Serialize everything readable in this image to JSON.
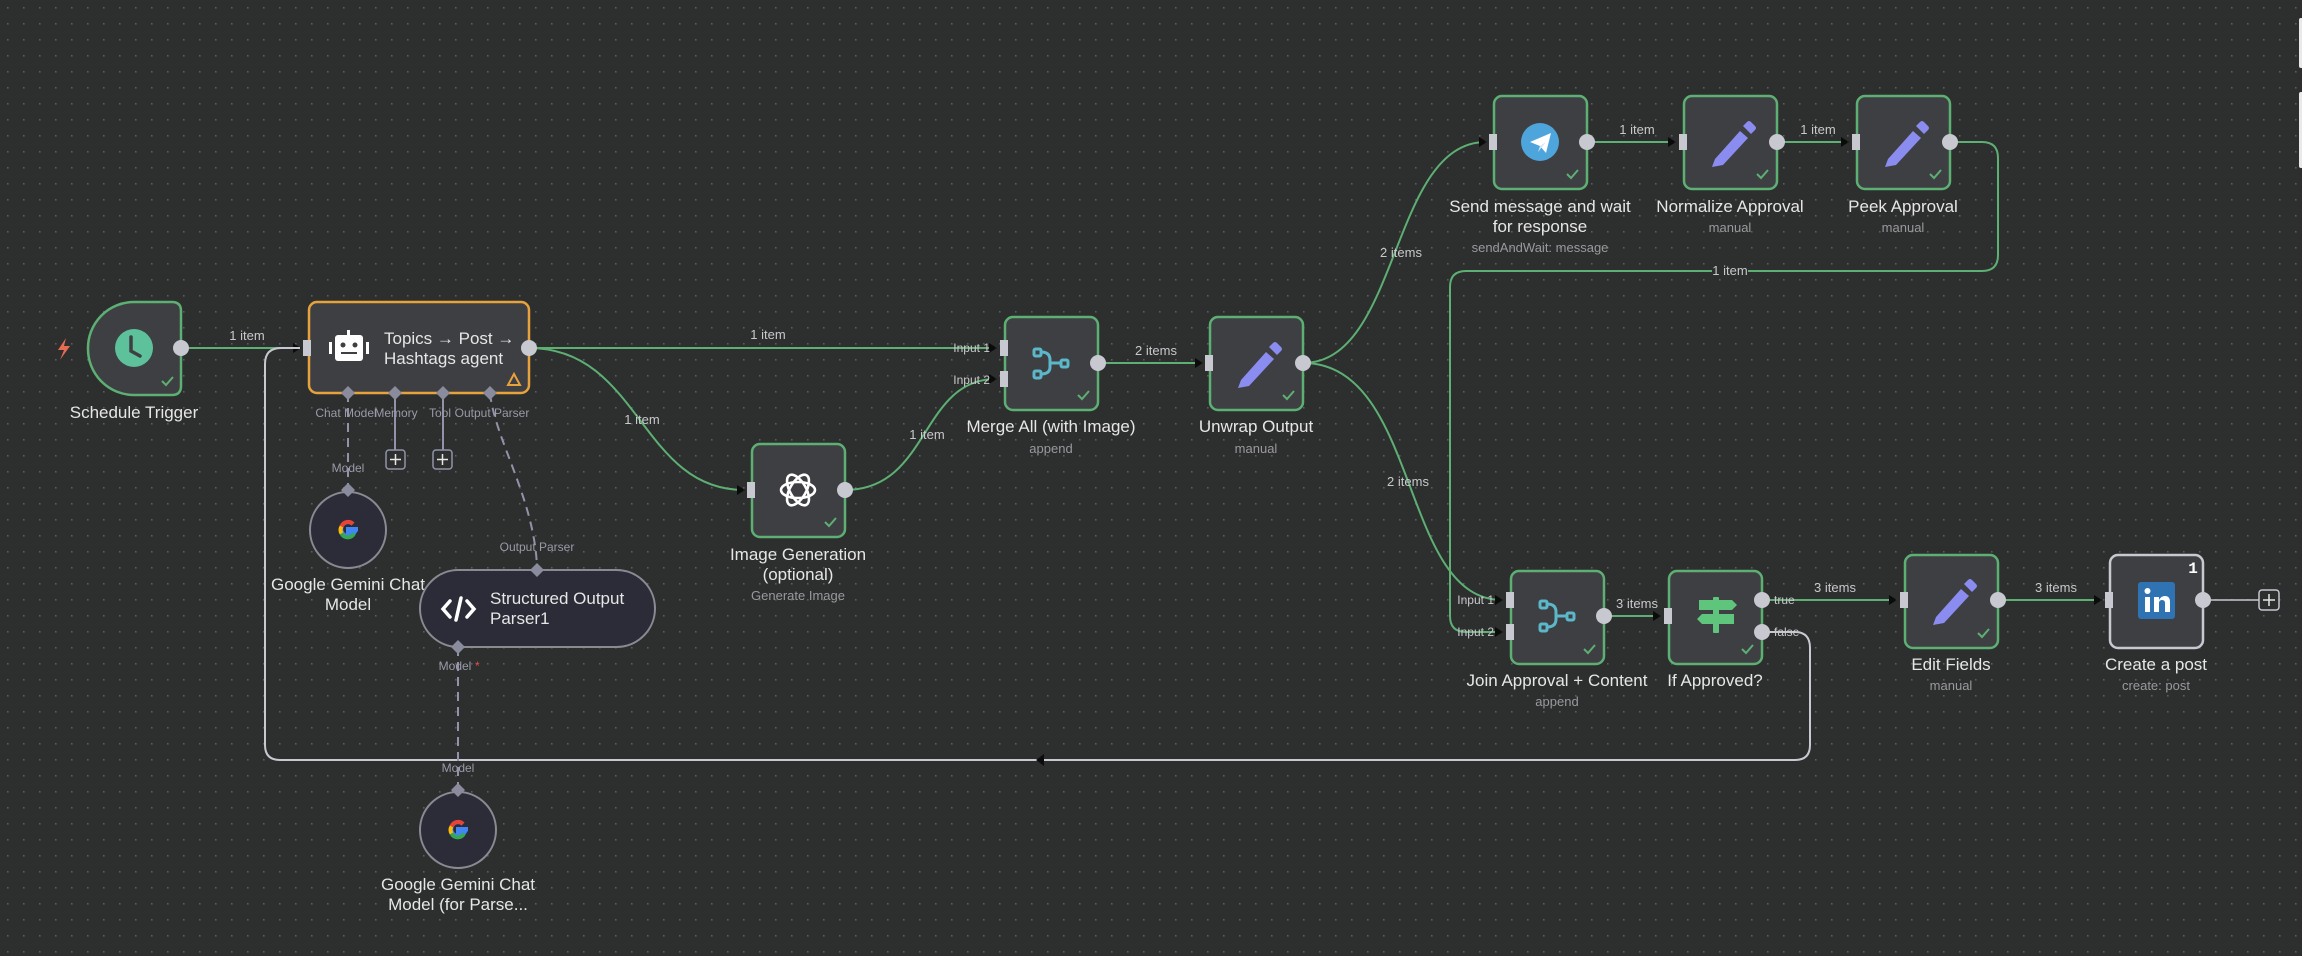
{
  "canvas": {
    "background": "#2d2e2e",
    "accent_success": "#5daf73",
    "accent_warning": "#e6a23c",
    "edge_color": "#5daf73"
  },
  "nodes": {
    "schedule_trigger": {
      "title": "Schedule Trigger",
      "icon": "clock-icon",
      "status": "success"
    },
    "agent": {
      "title_line1": "Topics → Post →",
      "title_line2": "Hashtags agent",
      "icon": "robot-icon",
      "status": "warning",
      "ports": [
        "Chat Model",
        "Memory",
        "Tool",
        "Output Parser"
      ]
    },
    "gemini_chat": {
      "title_line1": "Google Gemini Chat",
      "title_line2": "Model",
      "port_label": "Model",
      "icon": "google-icon"
    },
    "output_parser": {
      "title_line1": "Structured Output",
      "title_line2": "Parser1",
      "top_port_label": "Output Parser",
      "bottom_port_label": "Model",
      "required_mark": "*",
      "icon": "code-icon"
    },
    "gemini_parser": {
      "title_line1": "Google Gemini Chat",
      "title_line2": "Model (for Parse...",
      "port_label": "Model",
      "icon": "google-icon"
    },
    "image_gen": {
      "title_line1": "Image Generation",
      "title_line2": "(optional)",
      "subtitle": "Generate Image",
      "icon": "openai-icon",
      "status": "success"
    },
    "merge_all": {
      "title": "Merge All (with Image)",
      "subtitle": "append",
      "input1": "Input 1",
      "input2": "Input 2",
      "icon": "merge-icon",
      "status": "success"
    },
    "unwrap": {
      "title": "Unwrap Output",
      "subtitle": "manual",
      "icon": "pencil-icon",
      "status": "success"
    },
    "telegram": {
      "title_line1": "Send message and wait",
      "title_line2": "for response",
      "subtitle": "sendAndWait: message",
      "icon": "telegram-icon",
      "status": "success"
    },
    "normalize": {
      "title": "Normalize Approval",
      "subtitle": "manual",
      "icon": "pencil-icon",
      "status": "success"
    },
    "peek": {
      "title": "Peek Approval",
      "subtitle": "manual",
      "icon": "pencil-icon",
      "status": "success"
    },
    "join": {
      "title": "Join Approval + Content",
      "subtitle": "append",
      "input1": "Input 1",
      "input2": "Input 2",
      "icon": "merge-icon",
      "status": "success"
    },
    "if_approved": {
      "title": "If Approved?",
      "true_label": "true",
      "false_label": "false",
      "icon": "signpost-icon",
      "status": "success"
    },
    "edit_fields": {
      "title": "Edit Fields",
      "subtitle": "manual",
      "icon": "pencil-icon",
      "status": "success"
    },
    "create_post": {
      "title": "Create a post",
      "subtitle": "create: post",
      "badge": "1",
      "icon": "linkedin-icon",
      "status": "pending"
    }
  },
  "edges": {
    "trigger_to_agent": "1 item",
    "agent_to_merge": "1 item",
    "agent_to_image": "1 item",
    "image_to_merge": "1 item",
    "merge_to_unwrap": "2 items",
    "unwrap_to_telegram": "2 items",
    "unwrap_to_join": "2 items",
    "telegram_to_normalize": "1 item",
    "normalize_to_peek": "1 item",
    "peek_to_join": "1 item",
    "join_to_if": "3 items",
    "if_to_edit": "3 items",
    "edit_to_create": "3 items"
  }
}
